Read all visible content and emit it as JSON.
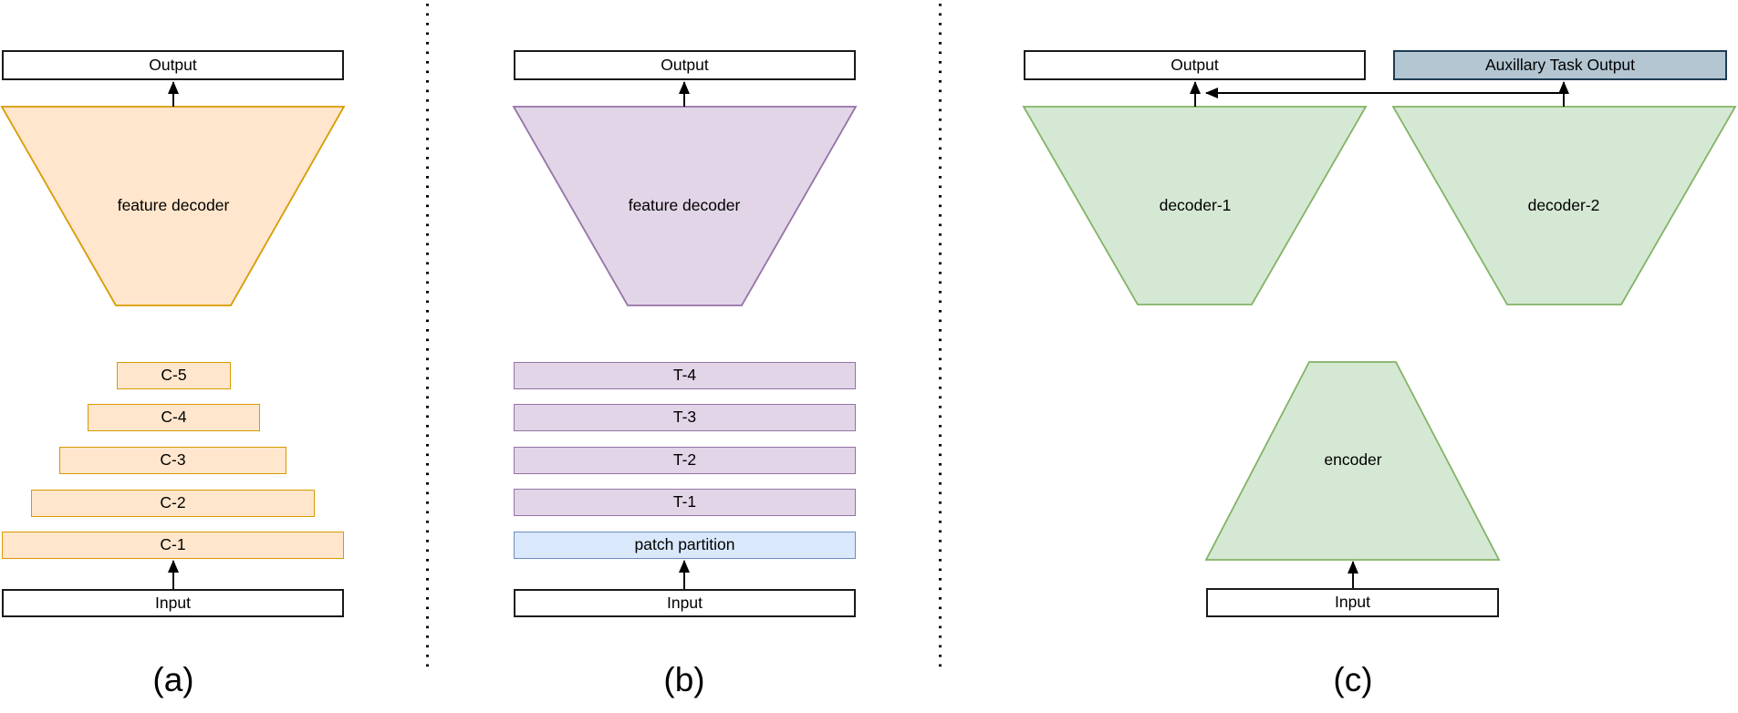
{
  "figure": {
    "panels": [
      {
        "id": "a",
        "caption": "(a)",
        "output": "Output",
        "decoder": "feature decoder",
        "stages": [
          "C-5",
          "C-4",
          "C-3",
          "C-2",
          "C-1"
        ],
        "input": "Input"
      },
      {
        "id": "b",
        "caption": "(b)",
        "output": "Output",
        "decoder": "feature decoder",
        "stages": [
          "T-4",
          "T-3",
          "T-2",
          "T-1"
        ],
        "patch_partition": "patch partition",
        "input": "Input"
      },
      {
        "id": "c",
        "caption": "(c)",
        "output": "Output",
        "aux_output": "Auxillary Task Output",
        "decoder1": "decoder-1",
        "decoder2": "decoder-2",
        "encoder": "encoder",
        "input": "Input"
      }
    ],
    "colors": {
      "orange_fill": "#FFE6CC",
      "orange_stroke": "#D79B00",
      "purple_fill": "#E1D5E7",
      "purple_stroke": "#9673A6",
      "blue_fill": "#DAE8FC",
      "blue_stroke": "#6C8EBF",
      "green_fill": "#D5E8D4",
      "green_stroke": "#82B366",
      "aux_fill": "#B3C6D2",
      "aux_stroke": "#1F3C54",
      "io_box_fill": "#FFFFFF",
      "io_box_stroke": "#000000",
      "connector": "#000000"
    }
  }
}
